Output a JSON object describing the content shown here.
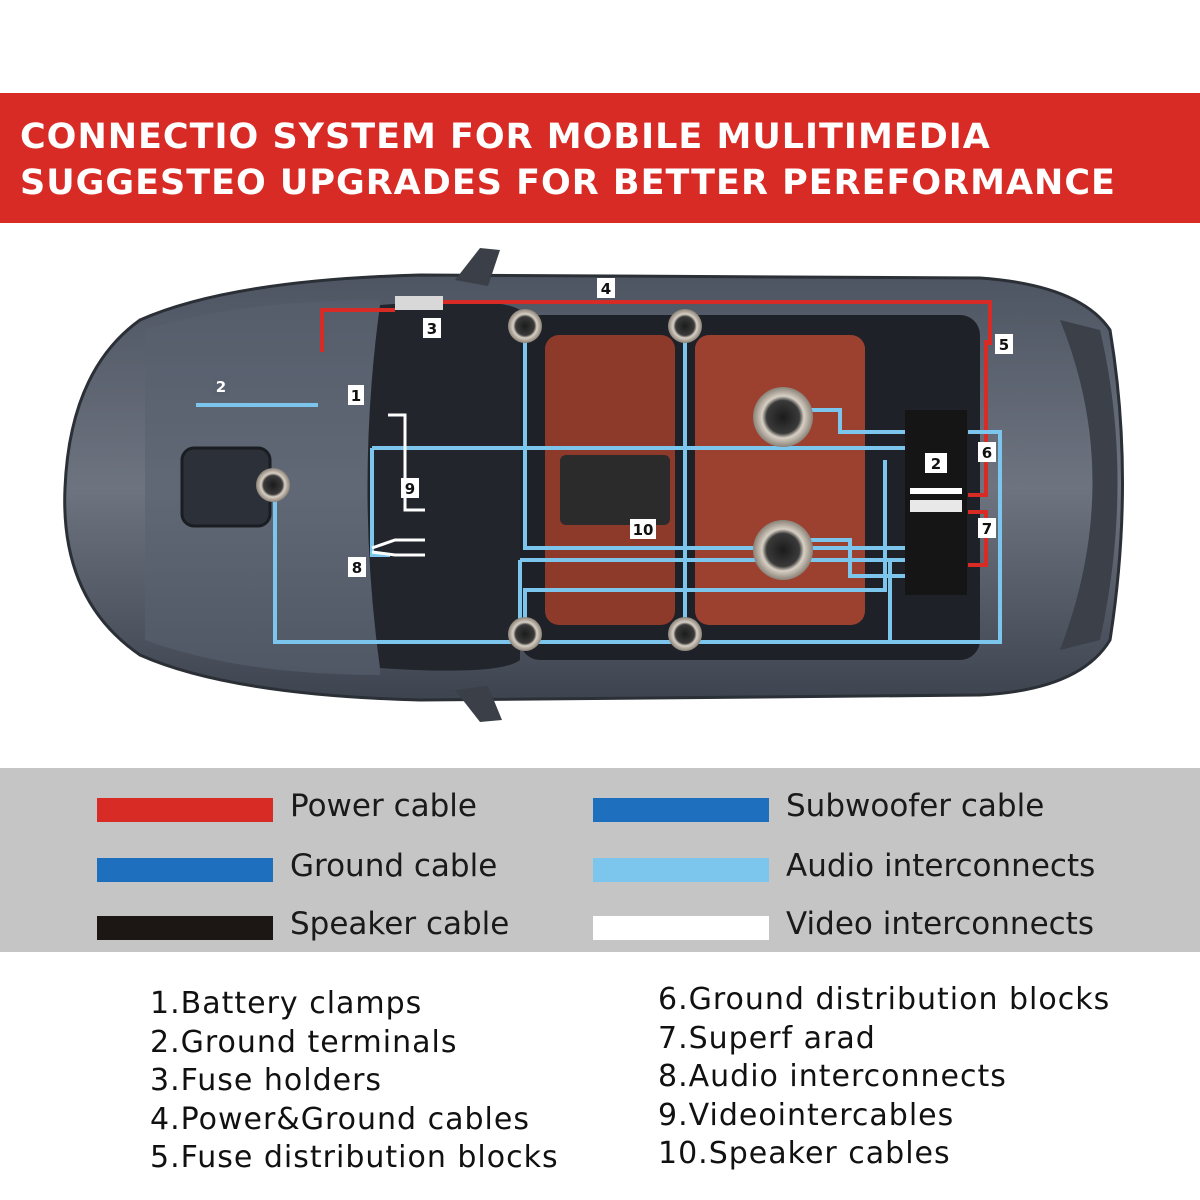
{
  "header": {
    "line1": "CONNECTIO SYSTEM FOR MOBILE MULITIMEDIA",
    "line2": "SUGGESTEO UPGRADES FOR BETTER PEREFORMANCE"
  },
  "diagram": {
    "callouts": [
      "1",
      "2",
      "3",
      "4",
      "5",
      "2",
      "6",
      "7",
      "8",
      "9",
      "10"
    ]
  },
  "colors": {
    "banner": "#d92b25",
    "power": "#d92b25",
    "subwoofer": "#1f6fbf",
    "ground": "#1f6fbf",
    "audio": "#7cc6ee",
    "speaker": "#1c1614",
    "video": "#ffffff"
  },
  "legend": [
    {
      "label": "Power cable",
      "color": "#d92b25"
    },
    {
      "label": "Subwoofer cable",
      "color": "#1f6fbf"
    },
    {
      "label": "Ground cable",
      "color": "#1f6fbf"
    },
    {
      "label": "Audio interconnects",
      "color": "#7cc6ee"
    },
    {
      "label": "Speaker cable",
      "color": "#1c1614"
    },
    {
      "label": "Video interconnects",
      "color": "#ffffff"
    }
  ],
  "parts": {
    "left": [
      "1.Battery clamps",
      "2.Ground terminals",
      "3.Fuse holders",
      "4.Power&Ground cables",
      "5.Fuse distribution blocks"
    ],
    "right": [
      "6.Ground distribution blocks",
      "7.Superf arad",
      "8.Audio interconnects",
      "9.Videointercables",
      "10.Speaker cables"
    ]
  }
}
